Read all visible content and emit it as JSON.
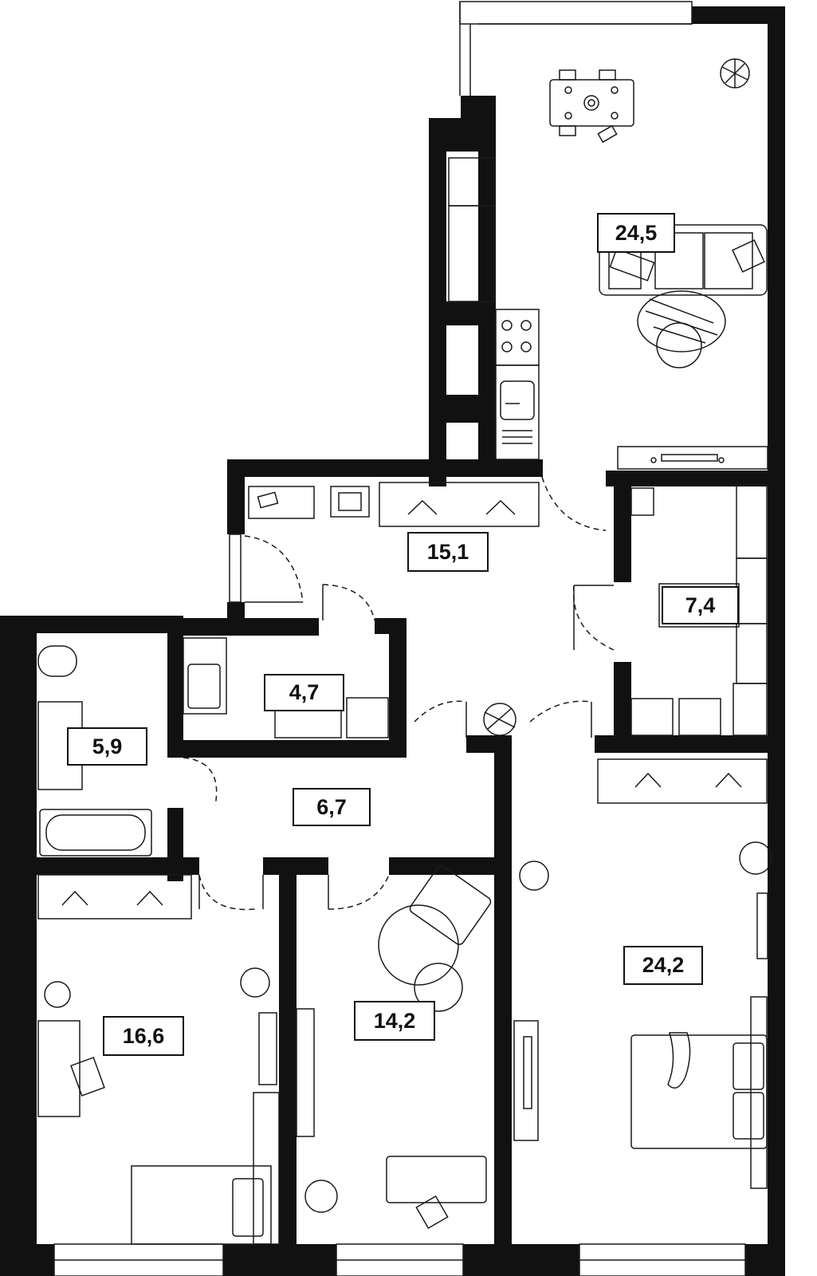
{
  "floor_plan": {
    "rooms": [
      {
        "id": "living-kitchen",
        "area": "24,5"
      },
      {
        "id": "hallway",
        "area": "15,1"
      },
      {
        "id": "wardrobe",
        "area": "7,4"
      },
      {
        "id": "wc",
        "area": "4,7"
      },
      {
        "id": "bathroom",
        "area": "5,9"
      },
      {
        "id": "corridor",
        "area": "6,7"
      },
      {
        "id": "bedroom-left",
        "area": "16,6"
      },
      {
        "id": "bedroom-middle",
        "area": "14,2"
      },
      {
        "id": "bedroom-master",
        "area": "24,2"
      }
    ]
  },
  "colors": {
    "wall": "#111111",
    "line": "#1a1a1a",
    "background": "#ffffff"
  }
}
